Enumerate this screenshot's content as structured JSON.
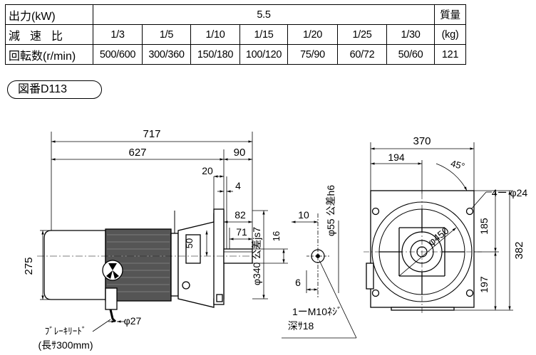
{
  "spec_table": {
    "rows": [
      {
        "header": "出力(kW)",
        "cells": [
          "5.5"
        ],
        "last": "質量"
      },
      {
        "header": "減速比",
        "cells": [
          "1/3",
          "1/5",
          "1/10",
          "1/15",
          "1/20",
          "1/25",
          "1/30"
        ],
        "last": "(kg)"
      },
      {
        "header": "回転数(r/min)",
        "cells": [
          "500/600",
          "300/360",
          "150/180",
          "100/120",
          "75/90",
          "60/72",
          "50/60"
        ],
        "last": "121"
      }
    ]
  },
  "figure_label": "図番D113",
  "dimensions": {
    "overall_length": "717",
    "length_627": "627",
    "length_90": "90",
    "length_20": "20",
    "length_4": "4",
    "length_82": "82",
    "length_71": "71",
    "length_50": "50",
    "height_275": "275",
    "shaft_dia": "φ55 公差h6",
    "flange_dia": "φ340 公差js7",
    "key_16": "16",
    "key_10": "10",
    "key_6": "6",
    "cable_dia": "φ27",
    "tap": "1ーM10ﾈｼﾞ",
    "tap_depth": "深ｻ18",
    "brake_lead": "ﾌﾞﾚｰｷﾘｰﾄﾞ",
    "brake_lead_len": "(長ｻ300mm)",
    "width_370": "370",
    "width_194": "194",
    "angle_45": "45°",
    "bolt_holes": "4ー φ24",
    "pcd_450": "φ450",
    "height_185": "185",
    "height_197": "197",
    "height_382": "382"
  }
}
